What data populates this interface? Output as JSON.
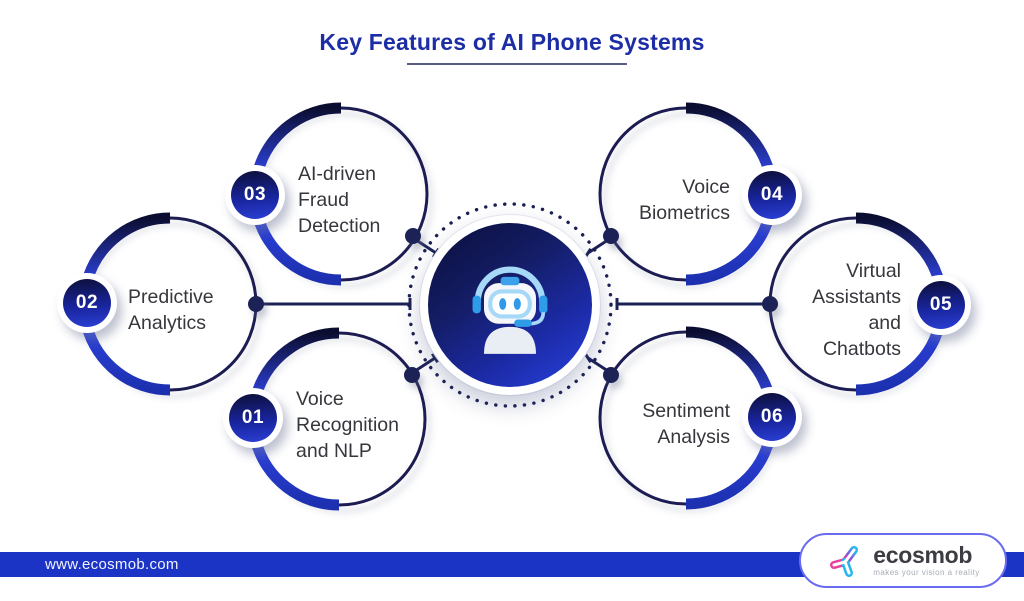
{
  "title": "Key Features of AI Phone Systems",
  "features": [
    {
      "num": "01",
      "label": "Voice\nRecognition\nand NLP"
    },
    {
      "num": "02",
      "label": "Predictive\nAnalytics"
    },
    {
      "num": "03",
      "label": "AI-driven\nFraud\nDetection"
    },
    {
      "num": "04",
      "label": "Voice\nBiometrics"
    },
    {
      "num": "05",
      "label": "Virtual\nAssistants\nand\nChatbots"
    },
    {
      "num": "06",
      "label": "Sentiment\nAnalysis"
    }
  ],
  "center": {
    "icon": "robot-headset-icon"
  },
  "footer": {
    "website": "www.ecosmob.com"
  },
  "logo": {
    "name": "ecosmob",
    "tagline": "makes your vision a reality"
  },
  "colors": {
    "title_blue": "#1c2da6",
    "arc_dark_navy": "#0b0d30",
    "arc_bright_blue": "#2e42dc",
    "thin_ring_navy": "#1c1e52",
    "footer_bar_blue": "#1b34c6",
    "center_gradient_start": "#0b0e3a",
    "center_gradient_end": "#2742e0",
    "robot_light_blue": "#a6d8f8",
    "robot_blue": "#2f9ce8",
    "logo_pink": "#e8419c",
    "logo_purple": "#8b4fe0",
    "logo_cyan": "#25b6ee"
  }
}
